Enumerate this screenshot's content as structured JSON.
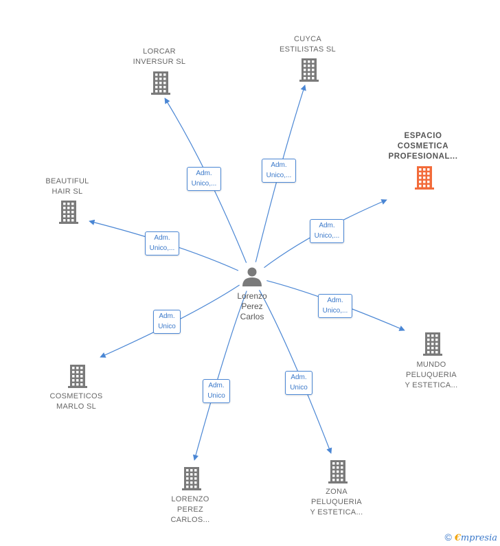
{
  "center": {
    "label": "Lorenzo\nPerez\nCarlos",
    "icon": "person-icon"
  },
  "nodes": [
    {
      "id": "lorcar",
      "label": "LORCAR\nINVERSUR  SL",
      "icon": "building-icon",
      "highlight": false
    },
    {
      "id": "cuyca",
      "label": "CUYCA\nESTILISTAS SL",
      "icon": "building-icon",
      "highlight": false
    },
    {
      "id": "espacio",
      "label": "ESPACIO\nCOSMETICA\nPROFESIONAL...",
      "icon": "building-icon",
      "highlight": true
    },
    {
      "id": "beautiful",
      "label": "BEAUTIFUL\nHAIR  SL",
      "icon": "building-icon",
      "highlight": false
    },
    {
      "id": "mundo",
      "label": "MUNDO\nPELUQUERIA\nY ESTETICA...",
      "icon": "building-icon",
      "highlight": false
    },
    {
      "id": "cosmeticos",
      "label": "COSMETICOS\nMARLO  SL",
      "icon": "building-icon",
      "highlight": false
    },
    {
      "id": "lorenzo",
      "label": "LORENZO\nPEREZ\nCARLOS...",
      "icon": "building-icon",
      "highlight": false
    },
    {
      "id": "zona",
      "label": "ZONA\nPELUQUERIA\nY ESTETICA...",
      "icon": "building-icon",
      "highlight": false
    }
  ],
  "edges": [
    {
      "target": "lorcar",
      "label": "Adm.\nUnico,..."
    },
    {
      "target": "cuyca",
      "label": "Adm.\nUnico,..."
    },
    {
      "target": "espacio",
      "label": "Adm.\nUnico,..."
    },
    {
      "target": "beautiful",
      "label": "Adm.\nUnico,..."
    },
    {
      "target": "mundo",
      "label": "Adm.\nUnico,..."
    },
    {
      "target": "cosmeticos",
      "label": "Adm.\nUnico"
    },
    {
      "target": "lorenzo",
      "label": "Adm.\nUnico"
    },
    {
      "target": "zona",
      "label": "Adm.\nUnico"
    }
  ],
  "colors": {
    "edge": "#4a86d4",
    "building": "#7a7a7a",
    "highlight": "#f26b3a",
    "person": "#7a7a7a"
  },
  "footer": {
    "copyright": "©",
    "brand_first": "€",
    "brand_rest": "mpresia"
  }
}
